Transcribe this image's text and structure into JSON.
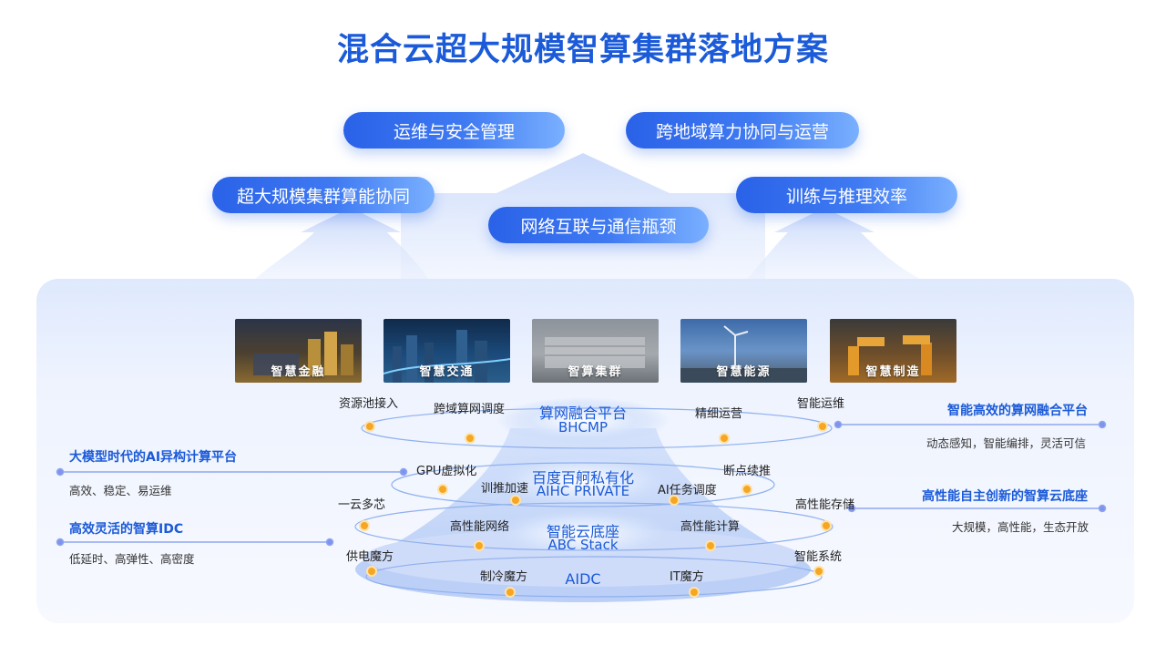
{
  "title": "混合云超大规模智算集群落地方案",
  "challenges": [
    "运维与安全管理",
    "跨地域算力协同与运营",
    "超大规模集群算能协同",
    "训练与推理效率",
    "网络互联与通信瓶颈"
  ],
  "scenarios": [
    "智慧金融",
    "智慧交通",
    "智算集群",
    "智慧能源",
    "智慧制造"
  ],
  "layers": {
    "bhcmp": {
      "cn": "算网融合平台",
      "en": "BHCMP"
    },
    "aihc": {
      "cn": "百度百舸私有化",
      "en": "AIHC PRIVATE"
    },
    "abc": {
      "cn": "智能云底座",
      "en": "ABC Stack"
    },
    "aidc": {
      "cn": "AIDC"
    }
  },
  "features": [
    "资源池接入",
    "跨域算网调度",
    "精细运营",
    "智能运维",
    "GPU虚拟化",
    "训推加速",
    "AI任务调度",
    "断点续推",
    "一云多芯",
    "高性能网络",
    "高性能计算",
    "高性能存储",
    "供电魔方",
    "制冷魔方",
    "IT魔方",
    "智能系统"
  ],
  "callouts": {
    "left": [
      {
        "title": "大模型时代的AI异构计算平台",
        "desc": "高效、稳定、易运维"
      },
      {
        "title": "高效灵活的智算IDC",
        "desc": "低延时、高弹性、高密度"
      }
    ],
    "right": [
      {
        "title": "智能高效的算网融合平台",
        "desc": "动态感知，智能编排，灵活可信"
      },
      {
        "title": "高性能自主创新的智算云底座",
        "desc": "大规模，高性能，生态开放"
      }
    ]
  },
  "colors": {
    "accent": "#1b5ad8",
    "pill": "#2a62e8",
    "dot": "#f5a623"
  }
}
